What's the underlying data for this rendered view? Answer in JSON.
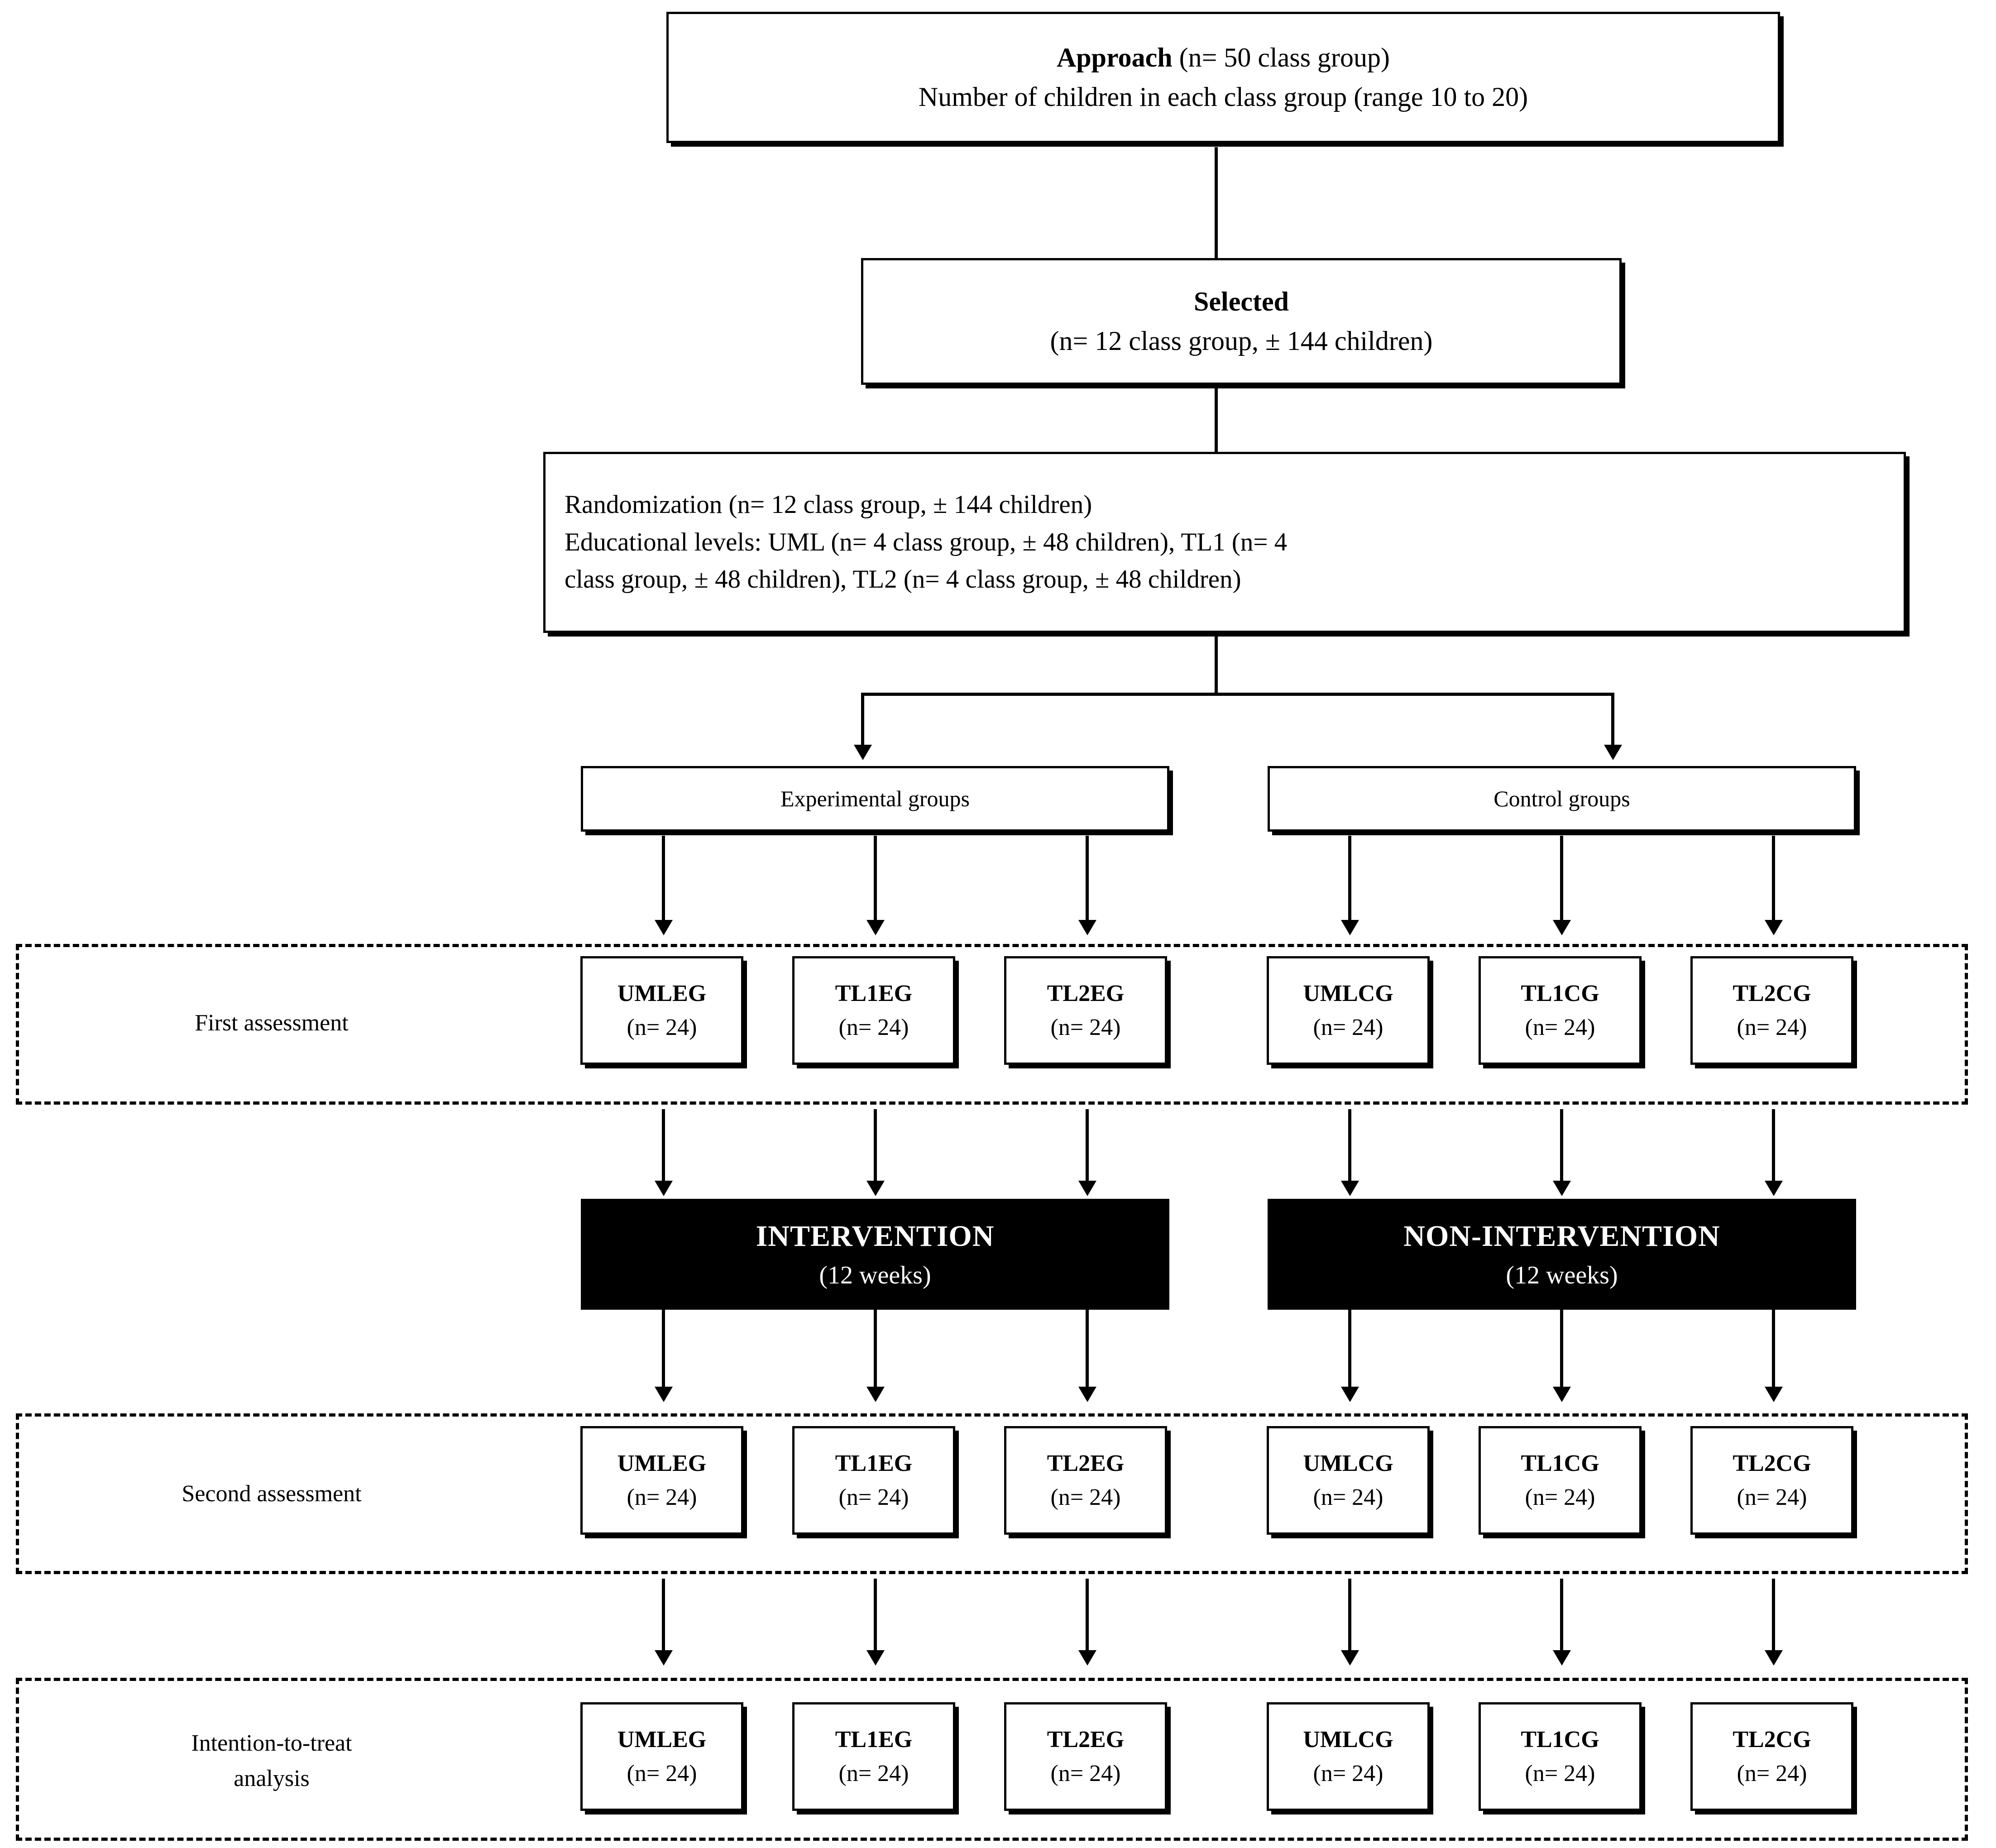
{
  "figure": {
    "title": "Study flow diagram",
    "colors": {
      "stroke": "#000000",
      "background": "#ffffff",
      "intervention_fill": "#000000",
      "intervention_text": "#ffffff"
    }
  },
  "approach": {
    "line1_bold": "Approach",
    "line1_rest": " (n= 50 class group)",
    "line2": "Number  of children in  each class group (range 10 to 20)"
  },
  "selected": {
    "line1_bold": "Selected",
    "line2": "(n= 12 class group, ± 144 children)"
  },
  "randomization": {
    "line1": "Randomization  (n= 12 class group,  ± 144 children)",
    "line2": "Educational levels: UML (n= 4 class group, ± 48 children), TL1 (n= 4",
    "line3": "class group, ± 48 children), TL2 (n= 4 class group, ± 48 children)"
  },
  "arms": {
    "experimental_label": "Experimental  groups",
    "control_label": "Control groups"
  },
  "intervention": {
    "title": "INTERVENTION",
    "duration": "(12 weeks)"
  },
  "non_intervention": {
    "title": "NON-INTERVENTION",
    "duration": "(12 weeks)"
  },
  "stages": [
    {
      "id": "first-assessment",
      "label": "First assessment",
      "label_line1": "First assessment",
      "label_line2": ""
    },
    {
      "id": "second-assessment",
      "label": "Second assessment",
      "label_line1": "Second assessment",
      "label_line2": ""
    },
    {
      "id": "intention-to-treat",
      "label": "Intention-to-treat analysis",
      "label_line1": "Intention-to-treat",
      "label_line2": "analysis"
    }
  ],
  "groups": [
    {
      "name": "UMLEG",
      "n": "(n= 24)",
      "arm": "experimental"
    },
    {
      "name": "TL1EG",
      "n": "(n= 24)",
      "arm": "experimental"
    },
    {
      "name": "TL2EG",
      "n": "(n= 24)",
      "arm": "experimental"
    },
    {
      "name": "UMLCG",
      "n": "(n= 24)",
      "arm": "control"
    },
    {
      "name": "TL1CG",
      "n": "(n= 24)",
      "arm": "control"
    },
    {
      "name": "TL2CG",
      "n": "(n= 24)",
      "arm": "control"
    }
  ],
  "group_rows": {
    "first": [
      {
        "name": "UMLEG",
        "n": "(n= 24)"
      },
      {
        "name": "TL1EG",
        "n": "(n= 24)"
      },
      {
        "name": "TL2EG",
        "n": "(n= 24)"
      },
      {
        "name": "UMLCG",
        "n": "(n= 24)"
      },
      {
        "name": "TL1CG",
        "n": "(n= 24)"
      },
      {
        "name": "TL2CG",
        "n": "(n= 24)"
      }
    ],
    "second": [
      {
        "name": "UMLEG",
        "n": "(n= 24)"
      },
      {
        "name": "TL1EG",
        "n": "(n= 24)"
      },
      {
        "name": "TL2EG",
        "n": "(n= 24)"
      },
      {
        "name": "UMLCG",
        "n": "(n= 24)"
      },
      {
        "name": "TL1CG",
        "n": "(n= 24)"
      },
      {
        "name": "TL2CG",
        "n": "(n= 24)"
      }
    ],
    "itt": [
      {
        "name": "UMLEG",
        "n": "(n= 24)"
      },
      {
        "name": "TL1EG",
        "n": "(n= 24)"
      },
      {
        "name": "TL2EG",
        "n": "(n= 24)"
      },
      {
        "name": "UMLCG",
        "n": "(n= 24)"
      },
      {
        "name": "TL1CG",
        "n": "(n= 24)"
      },
      {
        "name": "TL2CG",
        "n": "(n= 24)"
      }
    ]
  }
}
